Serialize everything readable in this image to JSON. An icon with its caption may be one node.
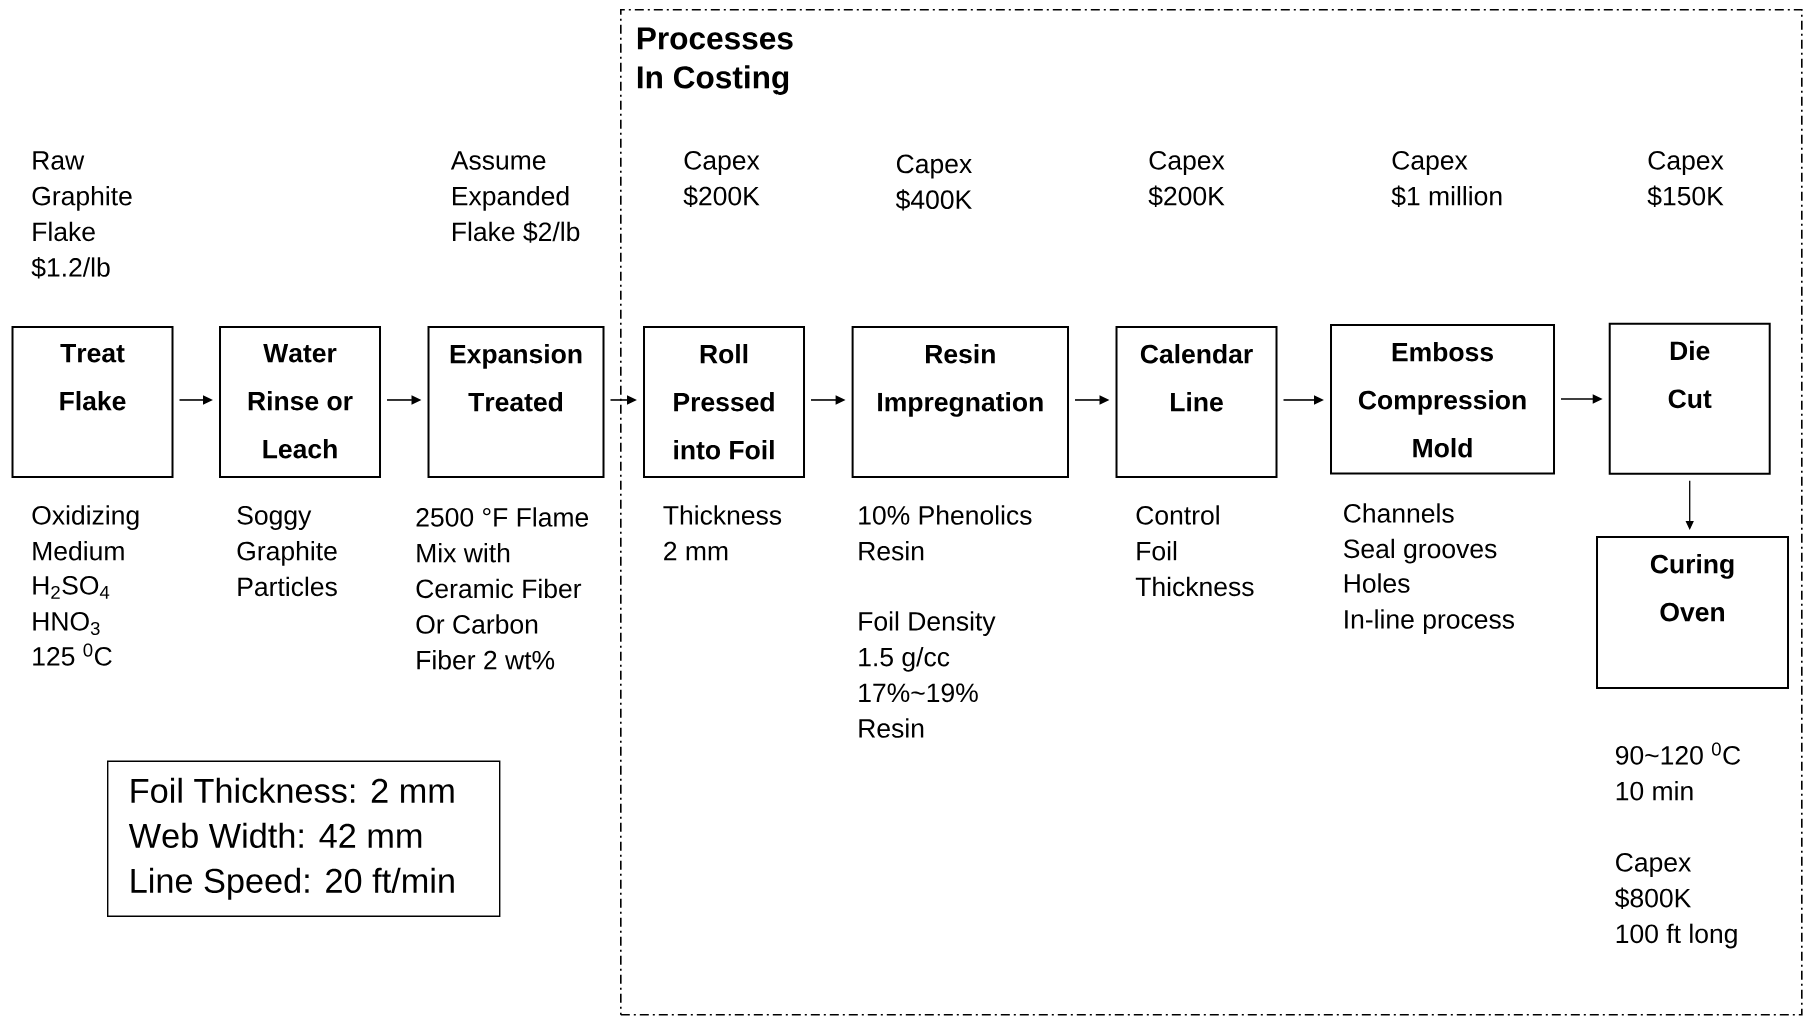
{
  "diagram": {
    "nodes": [
      {
        "text": [
          "Processes In Costing"
        ]
      },
      {
        "text": [
          "Treat Flake"
        ],
        "beside": [
          "Raw Graphite Flake $1.2/lb",
          "Oxidizing Medium",
          "H$_{2}$SO$_{4}$",
          "HNO$_{3}$",
          "125 $^{0}$C"
        ]
      },
      {
        "text": [
          "Water Rinse or Leach"
        ],
        "beside": [
          "Soggy Graphite Particles"
        ]
      },
      {
        "text": [
          "Expansion Treated"
        ],
        "beside": [
          "Assume Expanded Flake $2/lb",
          "2500 °F Flame Mix with Ceramic Fiber Or Carbon Fiber 2 wt%"
        ]
      },
      {
        "text": [
          "Roll Pressed into Foil"
        ],
        "in": 0,
        "beside": [
          "Thickness 2 mm"
        ]
      },
      {
        "text": [
          "Resin Impregnation"
        ],
        "in": 0,
        "beside": [
          "10% Phenolics Resin",
          "Foil Density 1.5 g/cc 17%~19% Resin"
        ]
      },
      {
        "text": [
          "Calendar Line"
        ],
        "in": 0,
        "beside": [
          "Control Foil Thickness"
        ]
      },
      {
        "text": [
          "Emboss Compression Mold"
        ],
        "in": 0,
        "beside": [
          "Channels",
          "Seal grooves",
          "Holes",
          "In-line process"
        ]
      },
      {
        "text": [
          "Die Cut"
        ],
        "in": 0
      },
      {
        "text": [
          "Curing Oven"
        ],
        "in": 0,
        "beside": [
          "90~120 $^{0}$C 10 min",
          "Capex $800K 100 ft long"
        ]
      },
      {
        "text": [
          "Foil Thickness: 2 mm",
          "Web Width: 42 mm",
          "Line Speed: 20 ft/min"
        ]
      }
    ],
    "edges": [
      {
        "from": 1,
        "to": 2,
        "arrow": "to"
      },
      {
        "from": 2,
        "to": 3,
        "arrow": "to"
      },
      {
        "from": 3,
        "to": 4,
        "arrow": "to"
      },
      {
        "from": 4,
        "to": 5,
        "arrow": "to"
      },
      {
        "from": 5,
        "to": 6,
        "arrow": "to"
      },
      {
        "from": 6,
        "to": 7,
        "arrow": "to"
      },
      {
        "from": 7,
        "to": 8,
        "arrow": "to"
      },
      {
        "from": 8,
        "to": 9,
        "arrow": "to"
      }
    ],
    "labels": [
      "Capex $200K",
      "Capex $400K",
      "Capex $200K",
      "Capex $1 million",
      "Capex $150K"
    ]
  }
}
